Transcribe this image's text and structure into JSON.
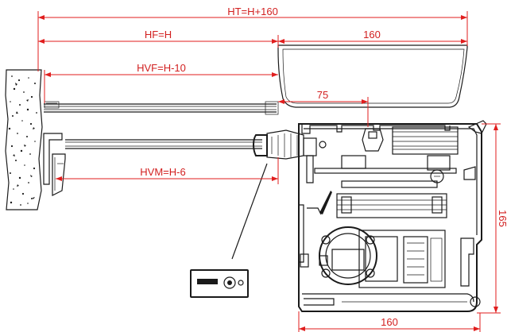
{
  "dimensions": {
    "ht": "HT=H+160",
    "hf": "HF=H",
    "top_width": "160",
    "hvf": "HVF=H-10",
    "offset": "75",
    "hvm": "HVM=H-6",
    "height": "165",
    "bottom_width": "160"
  },
  "colors": {
    "dimension": "#e01e1e",
    "drawing": "#1a1a1a"
  },
  "icons": {
    "wall": "concrete-wall-hatch",
    "switch": "key-switch-icon"
  }
}
